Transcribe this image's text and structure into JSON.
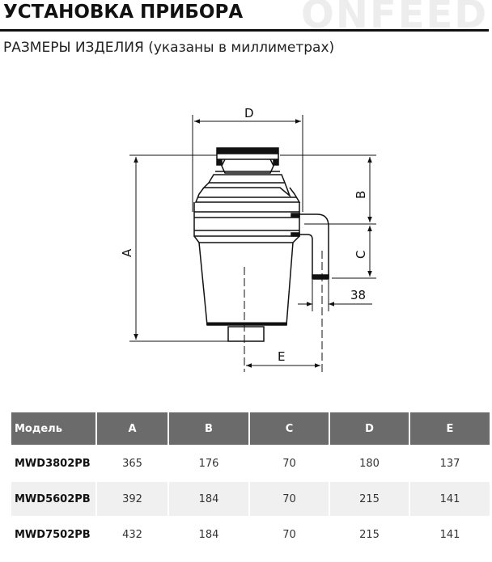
{
  "watermark": "ONFEED",
  "title": "УСТАНОВКА ПРИБОРА",
  "subtitle": "РАЗМЕРЫ ИЗДЕЛИЯ (указаны в миллиметрах)",
  "diagram": {
    "labels": {
      "D": "D",
      "B": "B",
      "A": "A",
      "C": "C",
      "E": "E",
      "pipe": "38"
    }
  },
  "table": {
    "headers": [
      "Модель",
      "A",
      "B",
      "C",
      "D",
      "E"
    ],
    "rows": [
      [
        "MWD3802PB",
        "365",
        "176",
        "70",
        "180",
        "137"
      ],
      [
        "MWD5602PB",
        "392",
        "184",
        "70",
        "215",
        "141"
      ],
      [
        "MWD7502PB",
        "432",
        "184",
        "70",
        "215",
        "141"
      ]
    ]
  },
  "colors": {
    "header_bg": "#6b6b6b",
    "row_alt": "#f0f0f0"
  }
}
